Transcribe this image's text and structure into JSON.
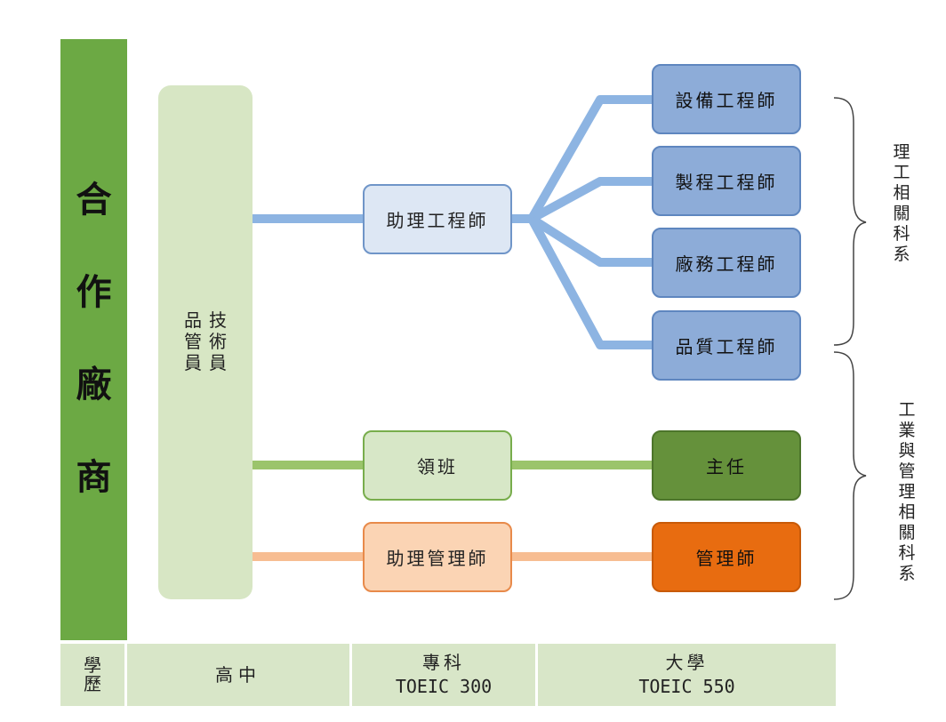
{
  "partner": {
    "chars": [
      "合",
      "作",
      "廠",
      "商"
    ]
  },
  "entry_roles": {
    "col1": [
      "技",
      "術",
      "員"
    ],
    "col2": [
      "品",
      "管",
      "員"
    ]
  },
  "nodes": {
    "assistant_engineer": "助理工程師",
    "equipment_engineer": "設備工程師",
    "process_engineer": "製程工程師",
    "plant_engineer": "廠務工程師",
    "quality_engineer": "品質工程師",
    "team_leader": "領班",
    "supervisor": "主任",
    "assistant_manager": "助理管理師",
    "manager": "管理師"
  },
  "brace_labels": {
    "science": [
      "理",
      "工",
      "相",
      "關",
      "科",
      "系"
    ],
    "industrial": [
      "工",
      "業",
      "與",
      "管",
      "理",
      "相",
      "關",
      "科",
      "系"
    ]
  },
  "education": {
    "header": [
      "學",
      "歷"
    ],
    "highschool": "高中",
    "junior_college": {
      "name": "專科",
      "toeic": "TOEIC 300"
    },
    "university": {
      "name": "大學",
      "toeic": "TOEIC 550"
    }
  },
  "colors": {
    "partner_green": "#6ca944",
    "engineer_track": "#8db4e2",
    "leader_track": "#9bc46b",
    "manager_track": "#f7bd92",
    "supervisor": "#65913b",
    "manager": "#e86c10"
  }
}
